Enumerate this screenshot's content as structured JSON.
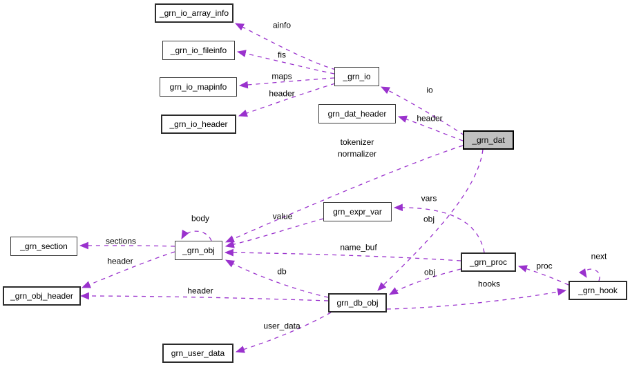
{
  "diagram": {
    "type": "doxygen-collaboration-graph",
    "selected_node": "_grn_dat",
    "colors": {
      "background": "#ffffff",
      "edge": "#9a32cd",
      "node_fill": "#ffffff",
      "node_border": "#3a3a3a",
      "selected_node_fill": "#c0c0c0",
      "text": "#000000"
    },
    "nodes": {
      "io_array_info": {
        "label": "_grn_io_array_info"
      },
      "io_fileinfo": {
        "label": "_grn_io_fileinfo"
      },
      "io_mapinfo": {
        "label": "grn_io_mapinfo"
      },
      "io_header": {
        "label": "_grn_io_header"
      },
      "io": {
        "label": "_grn_io"
      },
      "dat_header": {
        "label": "grn_dat_header"
      },
      "dat": {
        "label": "_grn_dat",
        "highlighted": true
      },
      "expr_var": {
        "label": "grn_expr_var"
      },
      "section": {
        "label": "_grn_section"
      },
      "obj": {
        "label": "_grn_obj"
      },
      "proc": {
        "label": "_grn_proc"
      },
      "obj_header": {
        "label": "_grn_obj_header"
      },
      "db_obj": {
        "label": "grn_db_obj"
      },
      "hook": {
        "label": "_grn_hook"
      },
      "user_data": {
        "label": "grn_user_data"
      }
    },
    "edges": [
      {
        "from": "_grn_io",
        "to": "_grn_io_array_info",
        "label": "ainfo"
      },
      {
        "from": "_grn_io",
        "to": "_grn_io_fileinfo",
        "label": "fis"
      },
      {
        "from": "_grn_io",
        "to": "grn_io_mapinfo",
        "label": "maps"
      },
      {
        "from": "_grn_io",
        "to": "_grn_io_header",
        "label": "header"
      },
      {
        "from": "_grn_dat",
        "to": "_grn_io",
        "label": "io"
      },
      {
        "from": "_grn_dat",
        "to": "grn_dat_header",
        "label": "header"
      },
      {
        "from": "_grn_dat",
        "to": "_grn_obj",
        "label": "tokenizer\nnormalizer"
      },
      {
        "from": "_grn_obj",
        "to": "_grn_obj",
        "label": "body"
      },
      {
        "from": "grn_expr_var",
        "to": "_grn_obj",
        "label": "value"
      },
      {
        "from": "_grn_proc",
        "to": "grn_expr_var",
        "label": "vars"
      },
      {
        "from": "_grn_dat",
        "to": "grn_db_obj",
        "label": "obj"
      },
      {
        "from": "_grn_obj",
        "to": "_grn_section",
        "label": "sections"
      },
      {
        "from": "_grn_obj",
        "to": "_grn_obj_header",
        "label": "header"
      },
      {
        "from": "_grn_proc",
        "to": "_grn_obj",
        "label": "name_buf"
      },
      {
        "from": "grn_db_obj",
        "to": "_grn_obj",
        "label": "db"
      },
      {
        "from": "_grn_proc",
        "to": "grn_db_obj",
        "label": "obj"
      },
      {
        "from": "grn_db_obj",
        "to": "_grn_obj_header",
        "label": "header"
      },
      {
        "from": "grn_db_obj",
        "to": "grn_user_data",
        "label": "user_data"
      },
      {
        "from": "grn_db_obj",
        "to": "_grn_hook",
        "label": "hooks"
      },
      {
        "from": "_grn_hook",
        "to": "_grn_proc",
        "label": "proc"
      },
      {
        "from": "_grn_hook",
        "to": "_grn_hook",
        "label": "next"
      }
    ]
  }
}
